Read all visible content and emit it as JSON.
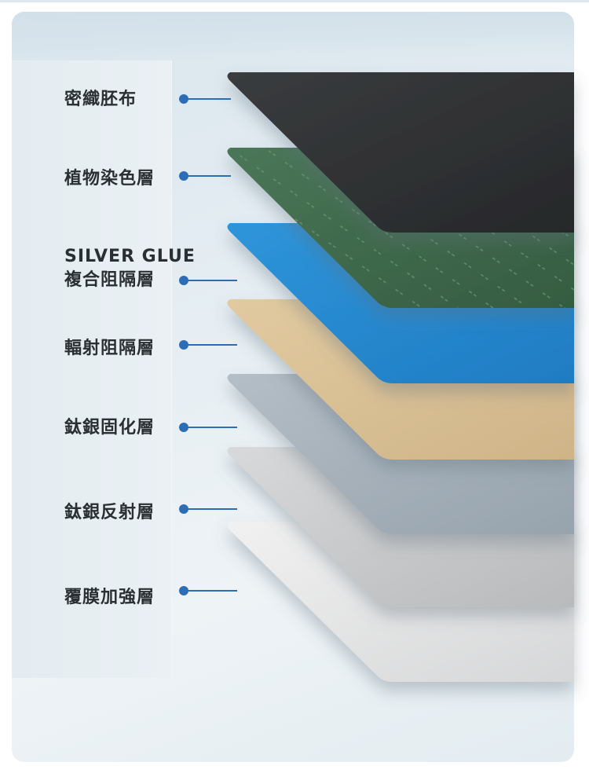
{
  "layers": [
    {
      "label": "密織胚布",
      "color": "#2f3133"
    },
    {
      "label": "植物染色層",
      "color": "#3f6a4c"
    },
    {
      "label_line1": "SILVER GLUE",
      "label_line2": "複合阻隔層",
      "color": "#2a8ad0"
    },
    {
      "label": "輻射阻隔層",
      "color": "#d9c196"
    },
    {
      "label": "鈦銀固化層",
      "color": "#a7b2bb"
    },
    {
      "label": "鈦銀反射層",
      "color": "#c9cbcd"
    },
    {
      "label": "覆膜加強層",
      "color": "#e4e4e4"
    }
  ],
  "accent_color": "#2d6db5"
}
